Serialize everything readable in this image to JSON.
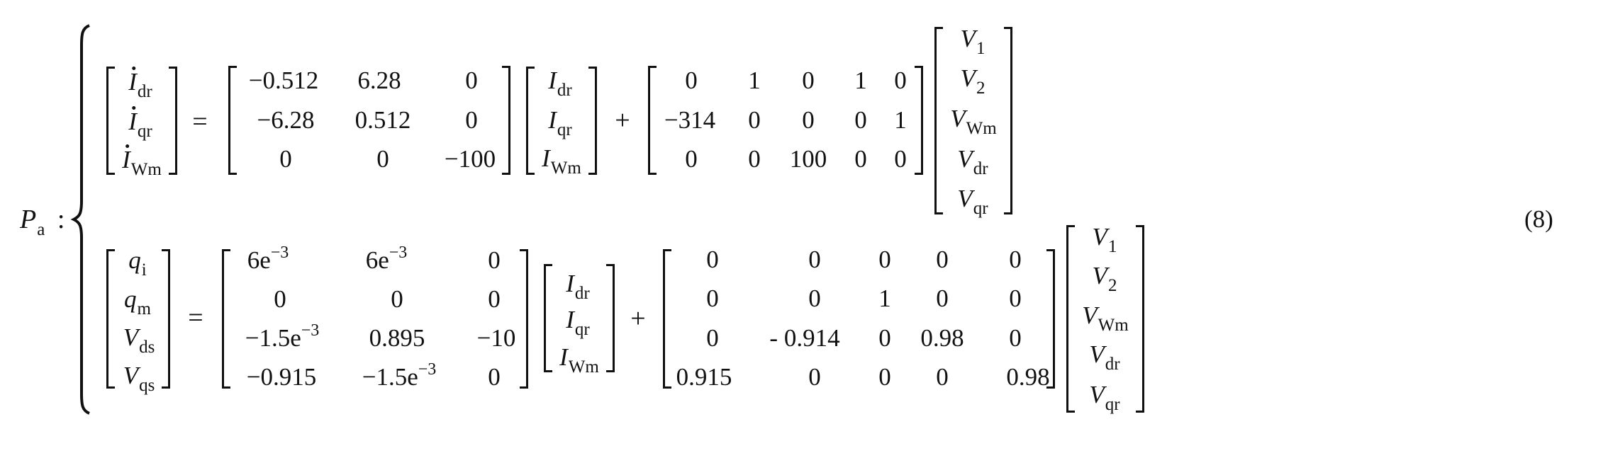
{
  "equation": {
    "label": {
      "symbol": "P",
      "subscript": "a",
      "separator": ":"
    },
    "number": "(8)",
    "upper_system": {
      "lhs": [
        {
          "symbol": "I",
          "dot": true,
          "subscript": "dr"
        },
        {
          "symbol": "I",
          "dot": true,
          "subscript": "qr"
        },
        {
          "symbol": "I",
          "dot": true,
          "subscript": "Wm"
        }
      ],
      "equals": "=",
      "matrix_A": [
        [
          "−0.512",
          "6.28",
          "0"
        ],
        [
          "−6.28",
          "0.512",
          "0"
        ],
        [
          "0",
          "0",
          "−100"
        ]
      ],
      "state_vector": [
        {
          "symbol": "I",
          "subscript": "dr"
        },
        {
          "symbol": "I",
          "subscript": "qr"
        },
        {
          "symbol": "I",
          "subscript": "Wm"
        }
      ],
      "plus": "+",
      "matrix_B": [
        [
          "0",
          "1",
          "0",
          "1",
          "0"
        ],
        [
          "−314",
          "0",
          "0",
          "0",
          "1"
        ],
        [
          "0",
          "0",
          "100",
          "0",
          "0"
        ]
      ],
      "input_vector": [
        {
          "symbol": "V",
          "subscript": "1"
        },
        {
          "symbol": "V",
          "subscript": "2"
        },
        {
          "symbol": "V",
          "subscript": "Wm"
        },
        {
          "symbol": "V",
          "subscript": "dr"
        },
        {
          "symbol": "V",
          "subscript": "qr"
        }
      ]
    },
    "lower_system": {
      "lhs": [
        {
          "symbol": "q",
          "subscript": "i"
        },
        {
          "symbol": "q",
          "subscript": "m"
        },
        {
          "symbol": "V",
          "subscript": "ds"
        },
        {
          "symbol": "V",
          "subscript": "qs"
        }
      ],
      "equals": "=",
      "matrix_C": [
        [
          {
            "base": "6e",
            "exp": "−3"
          },
          {
            "base": "6e",
            "exp": "−3"
          },
          {
            "base": "0",
            "exp": ""
          }
        ],
        [
          {
            "base": "0",
            "exp": ""
          },
          {
            "base": "0",
            "exp": ""
          },
          {
            "base": "0",
            "exp": ""
          }
        ],
        [
          {
            "base": "−1.5e",
            "exp": "−3"
          },
          {
            "base": "0.895",
            "exp": ""
          },
          {
            "base": "−10",
            "exp": ""
          }
        ],
        [
          {
            "base": "−0.915",
            "exp": ""
          },
          {
            "base": "−1.5e",
            "exp": "−3"
          },
          {
            "base": "0",
            "exp": ""
          }
        ]
      ],
      "state_vector": [
        {
          "symbol": "I",
          "subscript": "dr"
        },
        {
          "symbol": "I",
          "subscript": "qr"
        },
        {
          "symbol": "I",
          "subscript": "Wm"
        }
      ],
      "plus": "+",
      "matrix_D": [
        [
          "0",
          "0",
          "0",
          "0",
          "0"
        ],
        [
          "0",
          "0",
          "1",
          "0",
          "0"
        ],
        [
          "0",
          "- 0.914",
          "0",
          "0.98",
          "0"
        ],
        [
          "0.915",
          "0",
          "0",
          "0",
          "0.98"
        ]
      ],
      "input_vector": [
        {
          "symbol": "V",
          "subscript": "1"
        },
        {
          "symbol": "V",
          "subscript": "2"
        },
        {
          "symbol": "V",
          "subscript": "Wm"
        },
        {
          "symbol": "V",
          "subscript": "dr"
        },
        {
          "symbol": "V",
          "subscript": "qr"
        }
      ]
    }
  }
}
